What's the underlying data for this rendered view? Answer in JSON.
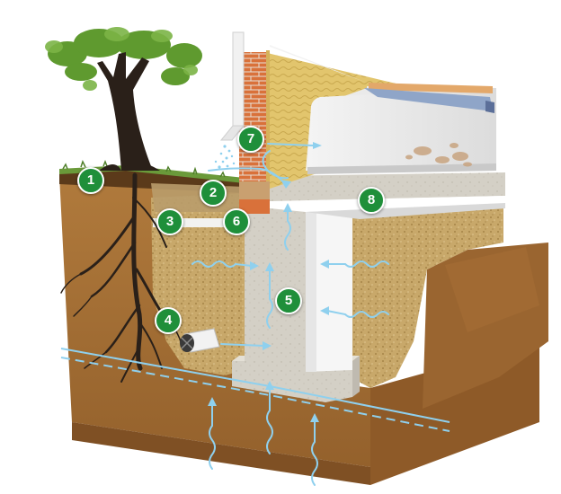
{
  "markers": [
    {
      "id": "marker-1",
      "label": "1"
    },
    {
      "id": "marker-2",
      "label": "2"
    },
    {
      "id": "marker-3",
      "label": "3"
    },
    {
      "id": "marker-4",
      "label": "4"
    },
    {
      "id": "marker-5",
      "label": "5"
    },
    {
      "id": "marker-6",
      "label": "6"
    },
    {
      "id": "marker-7",
      "label": "7"
    },
    {
      "id": "marker-8",
      "label": "8"
    }
  ],
  "colors": {
    "badge_green": "#1f8f3a",
    "water_arrow": "#8fd0ee",
    "soil": "#a8743a",
    "backfill": "#c8a86a",
    "concrete": "#d4d0c6",
    "brick": "#d9713a",
    "insulation": "#e2c56d"
  },
  "icons": [
    "tree-icon",
    "downspout-icon",
    "drain-pipe-icon",
    "water-arrow-icon",
    "water-table-line"
  ]
}
